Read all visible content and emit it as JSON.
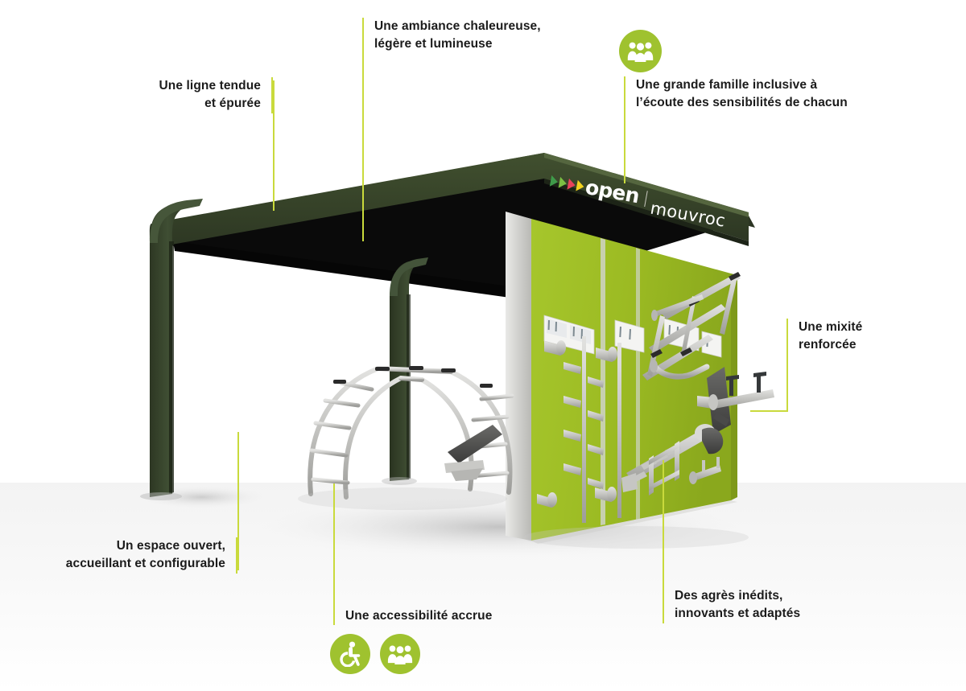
{
  "meta": {
    "title": "open mouvroc — structure de fitness extérieur annotée",
    "accent_green": "#9fc22f",
    "leader_line_color": "#c9da3c",
    "wall_green": "#9cbb23",
    "roof_dark_green": "#36402b",
    "text_color": "#1b1b1b"
  },
  "brand": {
    "name": "open",
    "sub": "mouvroc",
    "triangle_colors": [
      "#3f9b4a",
      "#7cc043",
      "#e8435a",
      "#f2d31e"
    ]
  },
  "callouts": [
    {
      "id": "ligne-tendue",
      "text": "Une ligne tendue\net épurée",
      "align": "right"
    },
    {
      "id": "ambiance",
      "text": "Une ambiance chaleureuse,\nlégère et lumineuse",
      "align": "left"
    },
    {
      "id": "famille",
      "text": "Une grande famille inclusive à\nl’écoute des sensibilités de chacun",
      "align": "left"
    },
    {
      "id": "mixite",
      "text": "Une mixité\nrenforcée",
      "align": "left"
    },
    {
      "id": "agres",
      "text": "Des agrès inédits,\ninnovants et adaptés",
      "align": "left"
    },
    {
      "id": "accessibilite",
      "text": "Une accessibilité accrue",
      "align": "left"
    },
    {
      "id": "espace-ouvert",
      "text": "Un espace ouvert,\naccueillant et configurable",
      "align": "right"
    }
  ],
  "icons": [
    {
      "id": "famille-icon",
      "name": "family-group-icon",
      "glyph": "people"
    },
    {
      "id": "accessibilite-icon",
      "name": "wheelchair-icon",
      "glyph": "wheelchair"
    },
    {
      "id": "inclusion-icon",
      "name": "family-group-icon",
      "glyph": "people"
    }
  ]
}
